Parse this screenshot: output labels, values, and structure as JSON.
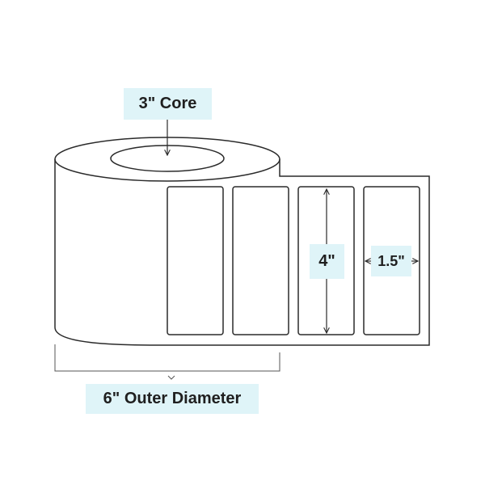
{
  "diagram": {
    "subject": "label-roll-dimensions",
    "label_count": 4,
    "colors": {
      "line": "#2a2a2a",
      "callout_bg": "#dff4f8",
      "text": "#1f1f1f"
    },
    "callouts": {
      "core": "3\" Core",
      "outer_diameter": "6\" Outer Diameter",
      "label_height": "4\"",
      "label_width": "1.5\""
    }
  }
}
